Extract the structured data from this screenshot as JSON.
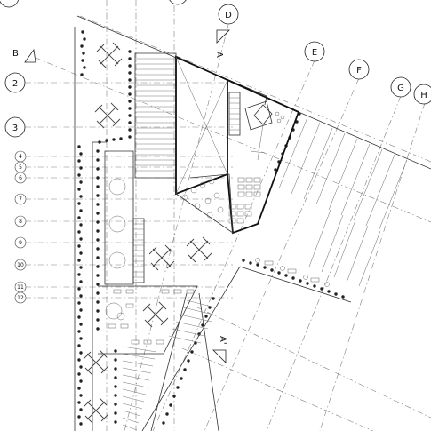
{
  "grid_bubbles": {
    "column_d": "D",
    "column_e": "E",
    "column_f": "F",
    "column_g": "G",
    "column_h": "H",
    "row_2": "2",
    "row_3": "3",
    "row_4": "4",
    "row_5": "5",
    "row_6": "6",
    "row_7": "7",
    "row_8": "8",
    "row_9": "9",
    "row_10": "10",
    "row_11": "11",
    "row_12": "12"
  },
  "section_markers": {
    "marker_b": "B",
    "marker_a_top": "A",
    "marker_a_bottom": "A'"
  }
}
